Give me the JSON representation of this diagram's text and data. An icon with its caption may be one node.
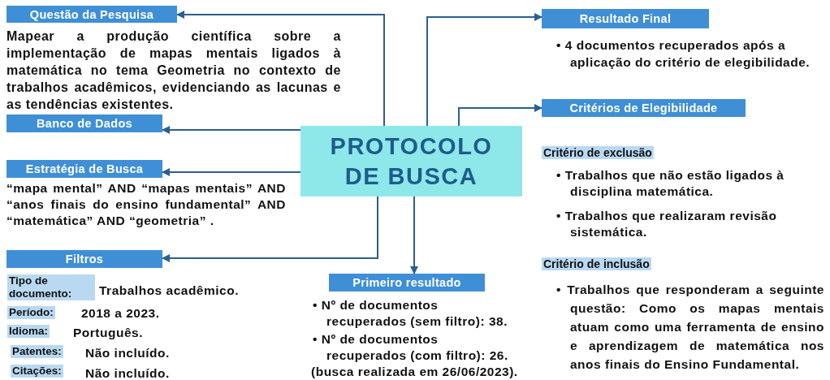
{
  "diagram": {
    "nodes": [
      {
        "text": [
          "PROTOCOLO DE BUSCA"
        ]
      },
      {
        "text": [
          "Questão da Pesquisa"
        ],
        "beside": [
          "Mapear a produção científica sobre a implementação de mapas mentais ligados à matemática no tema Geometria no contexto de trabalhos acadêmicos, evidenciando as lacunas e as tendências existentes."
        ]
      },
      {
        "text": [
          "Banco de Dados"
        ]
      },
      {
        "text": [
          "Estratégia de Busca"
        ],
        "beside": [
          "“mapa mental” AND “mapas mentais” AND “anos finais do ensino fundamental” AND “matemática” AND “geometria” ."
        ]
      },
      {
        "text": [
          "Filtros"
        ],
        "beside": [
          "Tipo de documento:",
          "Trabalhos acadêmico.",
          "Período:",
          "2018 a 2023.",
          "Idioma:",
          "Português.",
          "Patentes:",
          "Não incluído.",
          "Citações:",
          "Não incluído."
        ]
      },
      {
        "text": [
          "Primeiro resultado"
        ],
        "beside": [
          "• Nº de documentos recuperados (sem filtro): 38.",
          "• Nº de documentos recuperados (com filtro): 26.",
          "(busca realizada em 26/06/2023)."
        ]
      },
      {
        "text": [
          "Resultado Final"
        ],
        "beside": [
          "• 4 documentos recuperados após a aplicação do critério de elegibilidade."
        ]
      },
      {
        "text": [
          "Critérios de Elegibilidade"
        ],
        "beside": [
          "Critério de exclusão",
          "• Trabalhos que não estão ligados à disciplina matemática.",
          "• Trabalhos que realizaram revisão sistemática.",
          "Critério de inclusão",
          "• Trabalhos que responderam a seguinte questão: Como os mapas mentais atuam como uma ferramenta de ensino e aprendizagem de matemática nos anos finais do Ensino Fundamental."
        ]
      }
    ],
    "edges": [
      {
        "from": 0,
        "to": 1,
        "arrow": "to"
      },
      {
        "from": 0,
        "to": 2,
        "arrow": "to"
      },
      {
        "from": 0,
        "to": 3,
        "arrow": "to"
      },
      {
        "from": 0,
        "to": 4,
        "arrow": "to"
      },
      {
        "from": 0,
        "to": 5,
        "arrow": "to"
      },
      {
        "from": 0,
        "to": 6,
        "arrow": "to"
      },
      {
        "from": 0,
        "to": 7,
        "arrow": "to"
      }
    ]
  }
}
